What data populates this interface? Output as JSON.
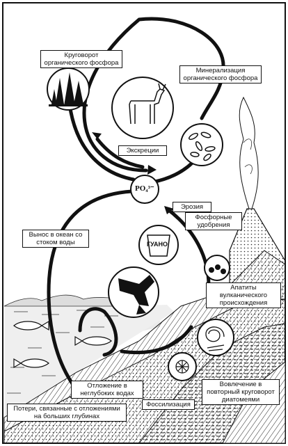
{
  "diagram": {
    "center": "PO₄³⁻",
    "labels": {
      "organic_cycle": "Круговорот органического фосфора",
      "mineralization": "Минерализация органического фосфора",
      "excretion": "Экскреции",
      "erosion": "Эрозия",
      "fertilizers": "Фосфорные удобрения",
      "runoff": "Вынос в океан со стоком воды",
      "guano": "ГУАНО",
      "volcanic_apatites": "Апатиты вулканического происхождения",
      "shallow_deposits": "Отложение в неглубоких водах",
      "recycling": "Вовлечение в повторный круговорот диатомеями",
      "fossilization": "Фоссилизация",
      "deep_losses": "Потери, связанные с отложениями на больших глубинах"
    }
  }
}
